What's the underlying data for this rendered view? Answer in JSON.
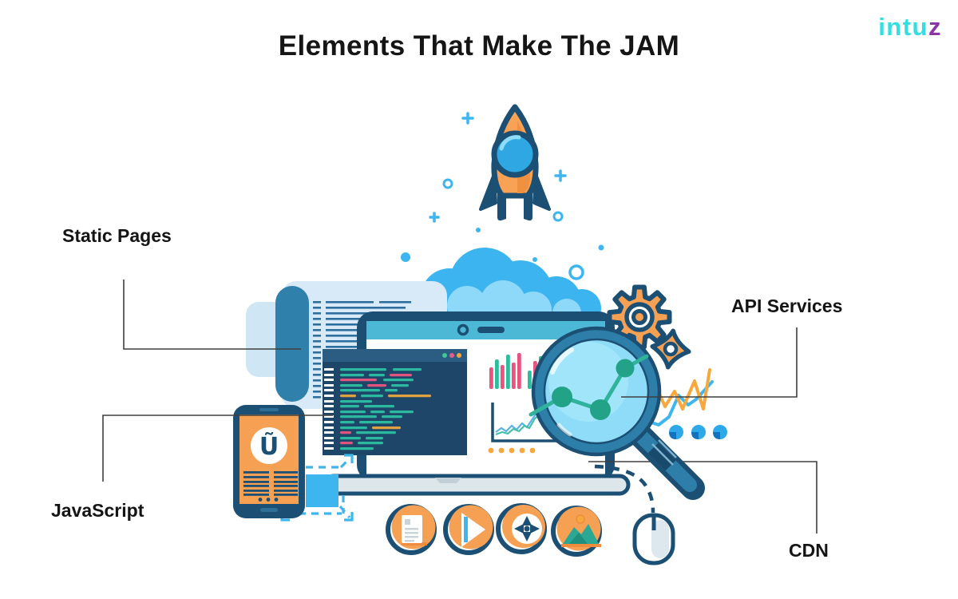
{
  "page": {
    "title": "Elements That Make The JAM"
  },
  "logo": {
    "main": "intu",
    "accent": "z"
  },
  "labels": {
    "static_pages": "Static Pages",
    "javascript": "JavaScript",
    "api_services": "API Services",
    "cdn": "CDN"
  },
  "colors": {
    "navy": "#1c4f74",
    "steel_blue": "#2d7fa9",
    "orange": "#f5a053",
    "cyan": "#3db6f0",
    "teal": "#2dbd9c",
    "pink": "#e8547d",
    "light_blue_lens": "#8edcf8",
    "pale_page": "#d8eaf7",
    "logo_cyan": "#31dfe3",
    "logo_purple": "#8c35a5",
    "connector": "#3f3f3f"
  },
  "illustration": {
    "icons": [
      "rocket-icon",
      "cloud-icon",
      "document-stack-icon",
      "laptop-icon",
      "code-editor-icon",
      "smartphone-icon",
      "magnifier-chart-icon",
      "gear-icon-large",
      "gear-icon-small",
      "bar-chart-icon",
      "line-chart-icon",
      "zigzag-lines-icon",
      "pie-dots-icon",
      "resize-arrows-icon",
      "mouse-icon",
      "file-icon",
      "play-icon",
      "spinner-icon",
      "image-icon"
    ]
  }
}
